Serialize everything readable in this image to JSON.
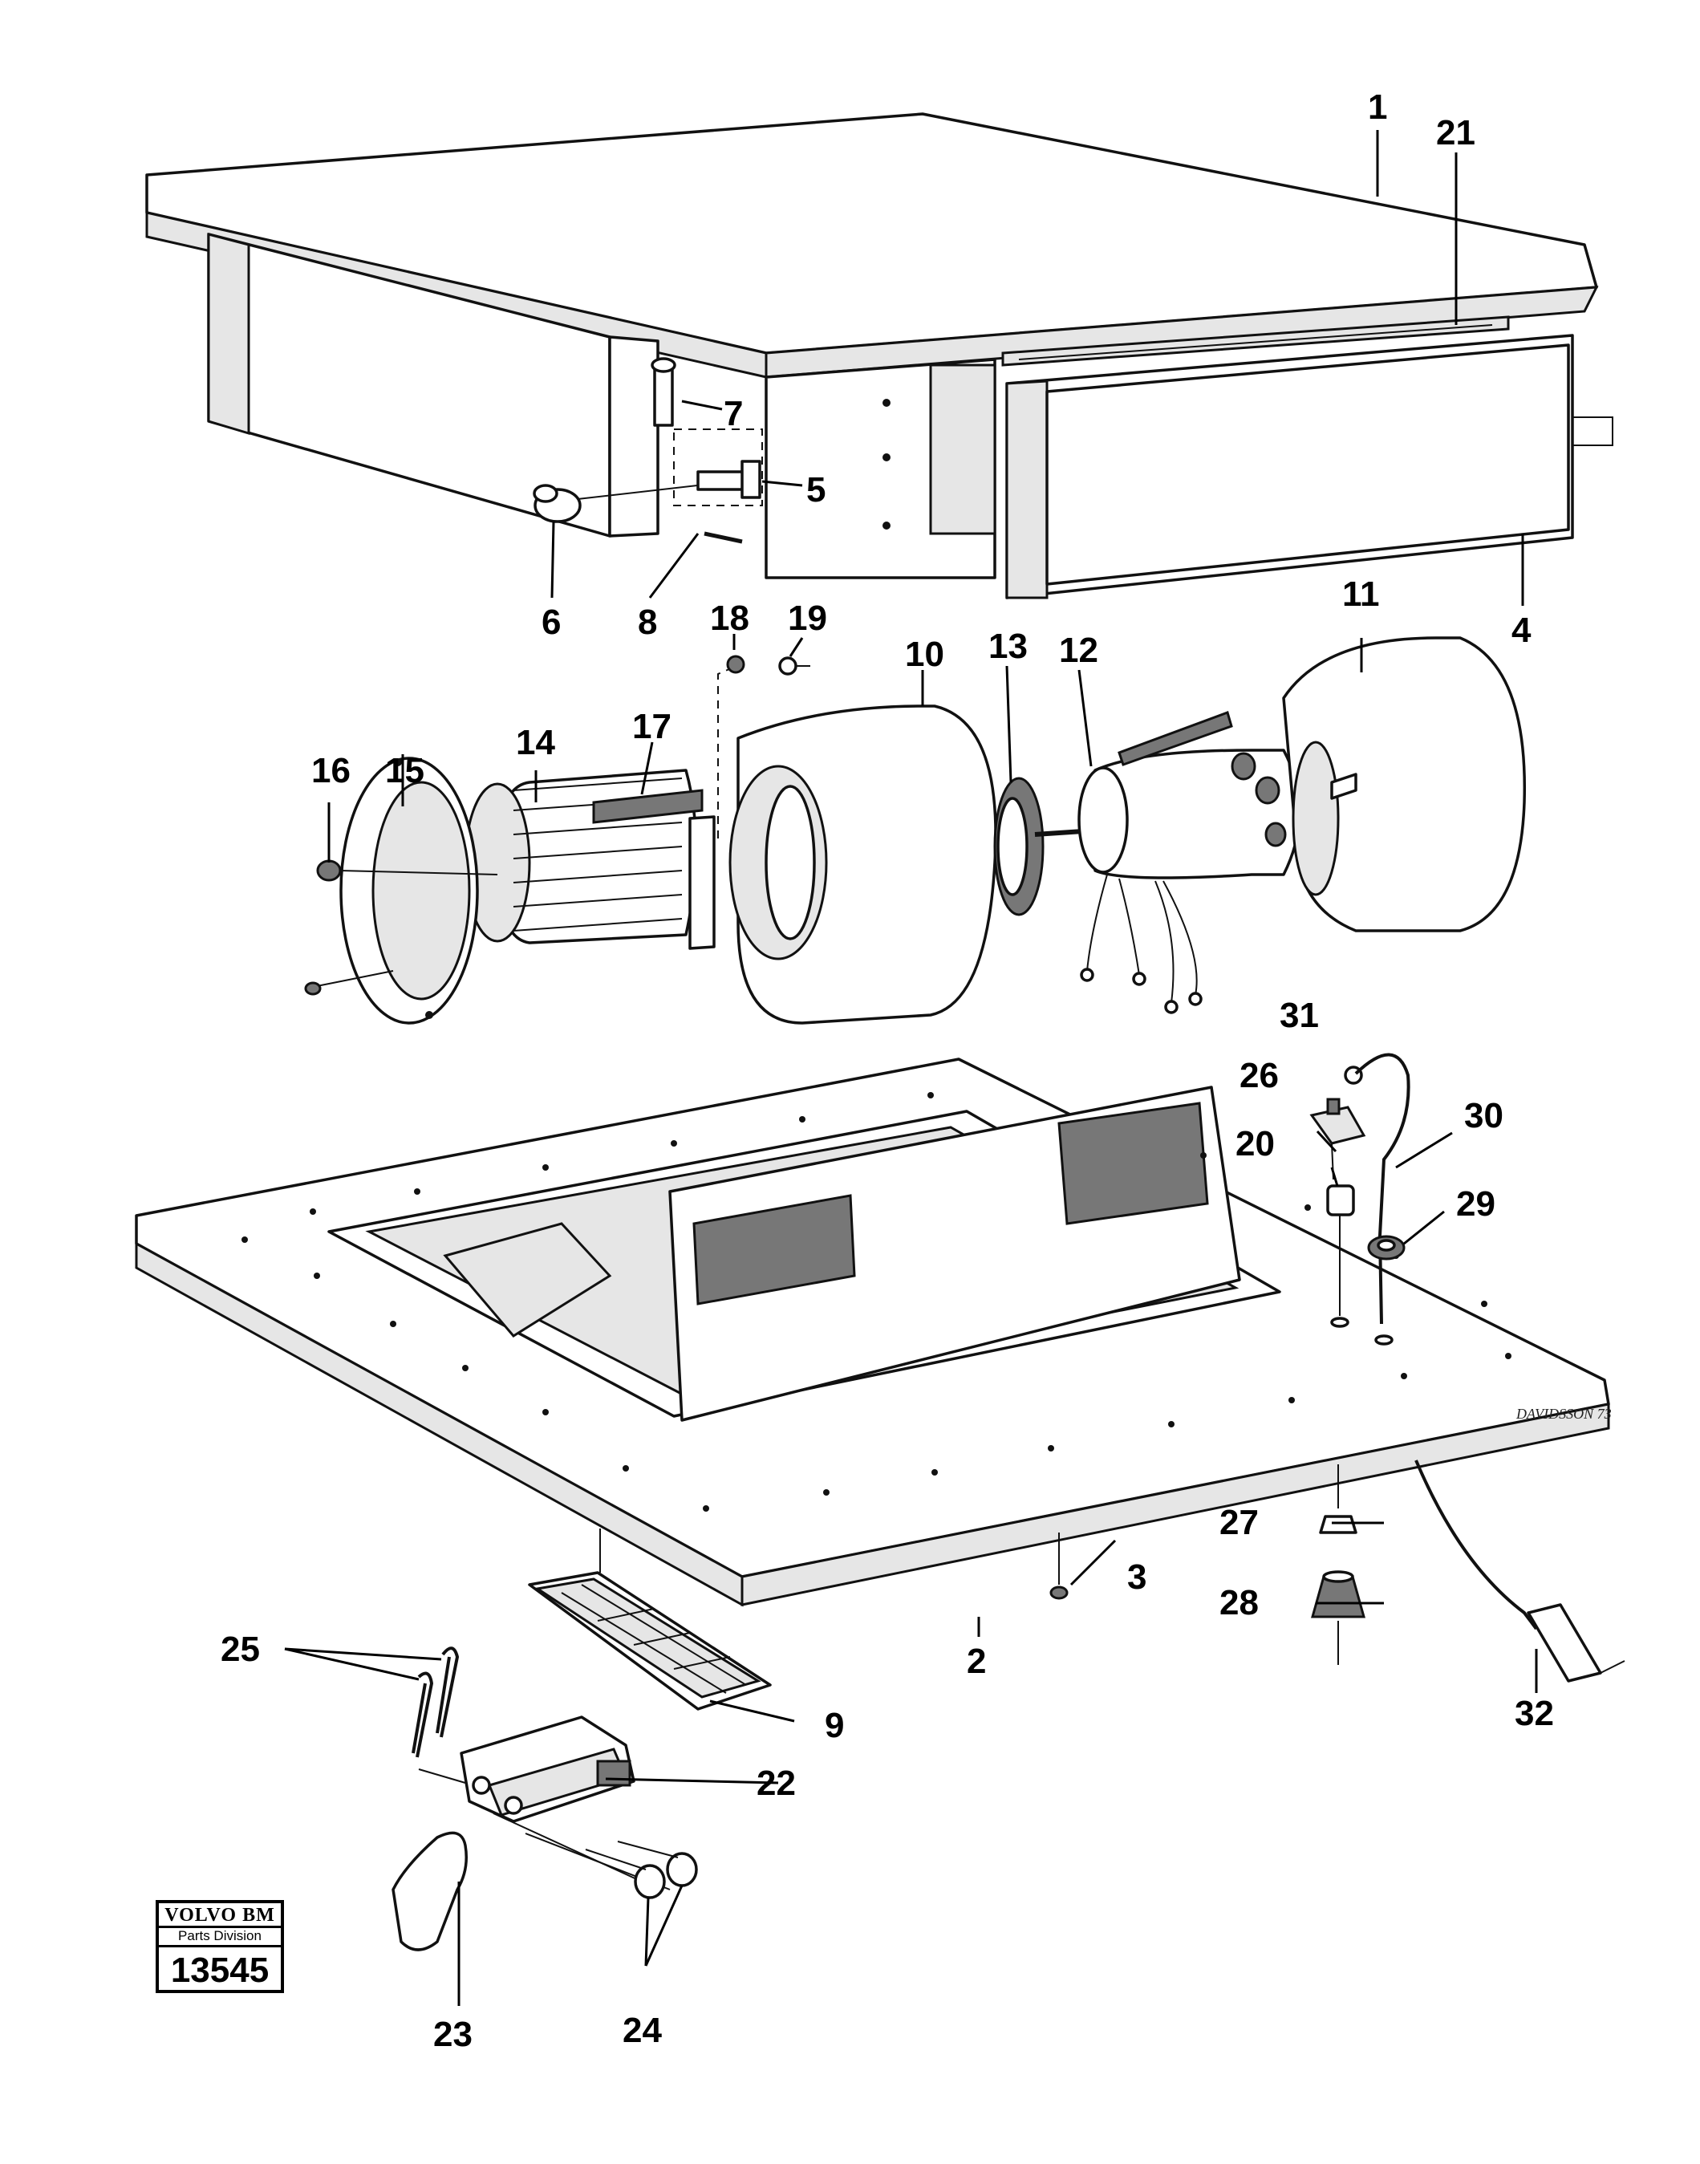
{
  "callouts": {
    "c1": "1",
    "c2": "2",
    "c3": "3",
    "c4": "4",
    "c5": "5",
    "c6": "6",
    "c7": "7",
    "c8": "8",
    "c9": "9",
    "c10": "10",
    "c11": "11",
    "c12": "12",
    "c13": "13",
    "c14": "14",
    "c15": "15",
    "c16": "16",
    "c17": "17",
    "c18": "18",
    "c19": "19",
    "c20": "20",
    "c21": "21",
    "c22": "22",
    "c23": "23",
    "c24": "24",
    "c25": "25",
    "c26": "26",
    "c27": "27",
    "c28": "28",
    "c29": "29",
    "c30": "30",
    "c31": "31",
    "c32": "32"
  },
  "logo": {
    "brand": "VOLVO BM",
    "division": "Parts Division",
    "number": "13545"
  },
  "signature": "DAVIDSSON 73"
}
